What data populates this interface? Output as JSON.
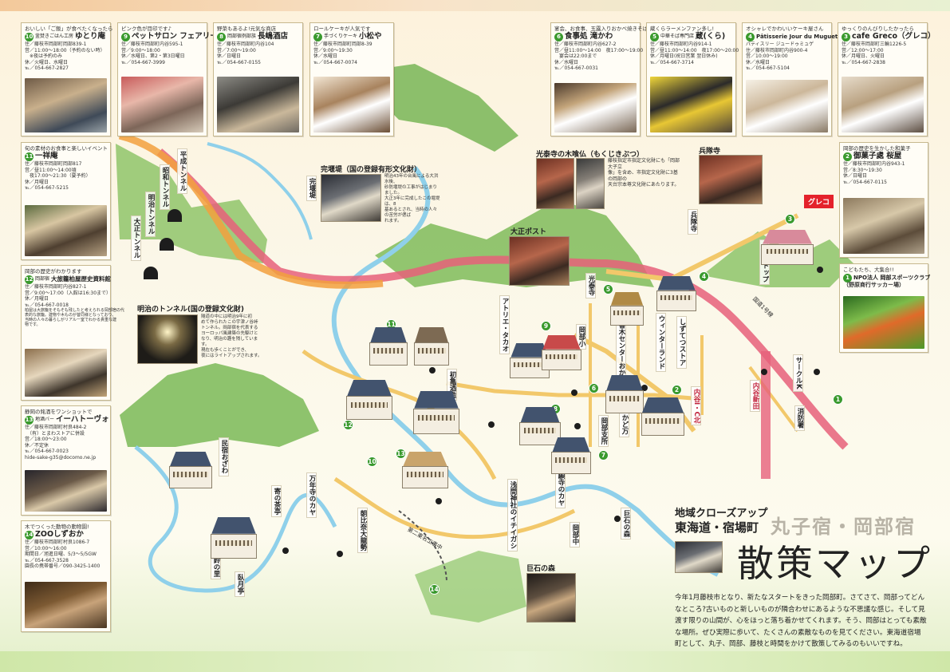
{
  "header_cards": [
    {
      "id": "10",
      "intro": "おいしい「ご飯」が食べたくなったら",
      "title": "ゆとり庵",
      "subtitle": "釜焚きごはん工房",
      "info": [
        "住／藤枝市岡部町岡部839-1",
        "営／11:00～18:00（予約のない時）",
        "　※夜は予約のみ",
        "休／火曜日、水曜日",
        "℡／054-667-2827"
      ]
    },
    {
      "id": "9",
      "intro": "ピンク色が目印です♪",
      "title": "ペットサロン フェアリー",
      "subtitle": "",
      "info": [
        "住／藤枝市岡部町内谷595-1",
        "営／9:00～18:00",
        "休／水曜日、第2・第3日曜日",
        "℡／054-667-3999"
      ]
    },
    {
      "id": "8",
      "intro": "野菜もあるよ!元気な商店",
      "title": "長嶋酒店",
      "subtitle": "岡部宿例部族",
      "info": [
        "住／藤枝市岡部町内谷104",
        "営／7:00～19:00",
        "休／日曜日",
        "℡／054-667-0155"
      ]
    },
    {
      "id": "7",
      "intro": "ロールケーキが人気です",
      "title": "小松や",
      "subtitle": "手づくりケーキ",
      "info": [
        "住／藤枝市岡部町岡部8-39",
        "営／9:00～19:30",
        "休／水曜日",
        "℡／054-667-0074"
      ]
    },
    {
      "id": "6",
      "intro": "宴会、お食事、玉露入りおかべ焼きそば!",
      "title": "食事処 滝かわ",
      "subtitle": "",
      "info": [
        "住／藤枝市岡部町内谷627-2",
        "営／昼11:00～14:00　夜17:00～19:00",
        "　宴会は22:00まで",
        "休／水曜日",
        "℡／054-667-0031"
      ]
    },
    {
      "id": "5",
      "intro": "蔵くらラーメンファン多し!",
      "title": "蔵(くら)",
      "subtitle": "中華そば専門店",
      "info": [
        "住／藤枝市岡部町内谷914-1",
        "営／昼11:00～14:00　夜17:00～20:00",
        "休／月曜日(祝日営業 翌日休み)",
        "℡／054-667-3714"
      ]
    },
    {
      "id": "4",
      "intro": "オシャレでかわいいケーキ屋さん",
      "title": "Pâtisserie Jour du Muguet",
      "subtitle": "パティスリー ジュードゥミュゲ",
      "info": [
        "住／藤枝市岡部町内谷900-4",
        "営／10:00～19:00",
        "休／水曜日",
        "℡／054-667-5104"
      ]
    },
    {
      "id": "3",
      "intro": "ゆっくりのんびりしたかったら",
      "title": "cafe Greco（グレコ）",
      "subtitle": "",
      "info": [
        "住／藤枝市岡部町三輪1226-5",
        "営／12:00～17:00",
        "休／月曜日、火曜日",
        "℡／054-667-2838"
      ]
    }
  ],
  "left_cards": [
    {
      "id": "11",
      "intro": "旬の素材のお食事と楽しいイベント",
      "title": "一祥庵",
      "subtitle": "",
      "info": [
        "住／藤枝市岡部町岡部817",
        "営／昼11:00～14:00頃",
        "　夜17:00～21:30（要予約）",
        "休／月曜日",
        "℡／054-667-5215"
      ]
    },
    {
      "id": "12",
      "intro": "岡部の歴史がわかります",
      "title": "大旅籠柏屋歴史資料館",
      "subtitle": "岡部宿",
      "info": [
        "住／藤枝市岡部町内谷827-1",
        "営／9:00～17:00（入館は16:30まで）",
        "休／月曜日",
        "℡／054-667-0018",
        "柏屋は大旅籠をそもそも残したと考えられる岡部宿の代",
        "表的な旅籠。建物や木ものが昔同様となっており、",
        "当時の人々の暮らしがリアル一室でわかる貴重な建",
        "物です。"
      ]
    },
    {
      "id": "13",
      "intro": "静岡の銘酒をワンショットで",
      "title": "イーハトーヴォ",
      "subtitle": "地酒バー",
      "info": [
        "住／藤枝市岡部町村良484-2",
        "　（有）とまわストアに併設",
        "営／18:00～23:00",
        "休／不定休",
        "℡／054-667-0023",
        "hide-sake-g35@docomo.ne.jp"
      ]
    },
    {
      "id": "14",
      "intro": "木でつくった動物の動物園!",
      "title": "ZOOしずおか",
      "subtitle": "",
      "info": [
        "住／藤枝市岡部町村良1086-7",
        "営／10:00～16:00",
        "期間日／旭進日曜、5/3～5/5GW",
        "℡／054-667-3528",
        "園長の携帯番号／090-3425-1400"
      ]
    }
  ],
  "right_cards": [
    {
      "id": "2",
      "intro": "岡部の歴史を生かした和菓子",
      "title": "御菓子處 桜屋",
      "subtitle": "",
      "info": [
        "住／藤枝市岡部町内谷943-1",
        "営／8:30～19:30",
        "休／日曜日",
        "℡／054-667-0115"
      ]
    },
    {
      "id": "1",
      "intro": "こどもたち、大集合!!",
      "title": "NPO法人 岡部スポーツクラブ",
      "subtitle": "（野原商行サッカー場）",
      "info": []
    }
  ],
  "features": {
    "kannon": {
      "title": "光泰寺の木喰仏（もくじきぶつ）",
      "text": [
        "藤枝指定市指定文化財にも「岡部大子立",
        "像」を含め、市指定文化財に3基の岡部の",
        "天台宗本尊文化財にあたります。"
      ]
    },
    "hyotanji": {
      "title": "兵隊寺"
    },
    "kanbori": {
      "title": "完堰堤（国の登録有形文化財）",
      "tag": "完堰堤",
      "text": [
        "明治43年の台風による大洪水後、",
        "砂防堰堤の工事がはじまりました。",
        "大正3年に完成したこの堰堤は、8",
        "基あるとされ、当時の人々の苦労が偲ば",
        "れます。"
      ]
    },
    "taisho_post": {
      "title": "大正ポスト"
    },
    "meiji_tunnel": {
      "title": "明治のトンネル(国の登録文化財)",
      "text": [
        "隧道の中には明治9年に初",
        "めて作られたこの宇津ノ谷峠",
        "トンネル。岡部宿を代表する",
        "ヨーロッパ風建築の先駆けと",
        "なり、明治の趣を残しています。",
        "現在も歩くことができ、",
        "夜にはライトアップされます。"
      ]
    },
    "kyoseki": {
      "title": "巨石の森"
    }
  },
  "map_labels": {
    "tunnels": [
      "平成トンネル",
      "昭和トンネル",
      "明治トンネル",
      "大正トンネル"
    ],
    "places": [
      "アトリエ・タカオ",
      "光泰寺",
      "岡部小",
      "香木センターおかべ",
      "ウィンターランド",
      "しずてつストア",
      "サークルK",
      "消防署",
      "内谷新田",
      "内谷I・C北",
      "初亀酒造",
      "かど万",
      "岡部支所",
      "岡部中",
      "常願寺のカヤ",
      "浅間神社のイチイガシ",
      "巨石の森",
      "民宿おざわ",
      "寄の茶亭",
      "五鈴の里",
      "臥月亭",
      "万年寺のカヤ",
      "朝比奈大龍勢",
      "ミニストップ",
      "兵隊寺",
      "国道1号線",
      "グレコ",
      "第二東名工事中"
    ],
    "numbers": [
      "1",
      "2",
      "3",
      "4",
      "5",
      "6",
      "7",
      "8",
      "9",
      "10",
      "11",
      "12",
      "13",
      "14"
    ]
  },
  "title_block": {
    "tag": "地域クローズアップ",
    "region": "東海道・宿場町",
    "towns": "丸子宿・岡部宿",
    "title": "散策マップ",
    "description": [
      "今年1月藤枝市となり、新たなスタートをきった岡部町。さてさて、岡部ってどん",
      "なところ?古いものと新しいものが隣合わせにあるような不思議な感じ。そして見",
      "渡す限りの山間が、心をほっと落ち着かせてくれます。そう、岡部はとっても素敵",
      "な場所。ぜひ実際に歩いて、たくさんの素敵なものを見てください。東海道宿場",
      "町として、丸子、岡部、藤枝と時間をかけて散策してみるのもいいですね。"
    ]
  },
  "colors": {
    "green_badge": "#3a9a2e",
    "road_main": "#e6607a",
    "road_orange": "#f2a03d",
    "river": "#8fd0ea",
    "mountain": "#7fb95e"
  }
}
